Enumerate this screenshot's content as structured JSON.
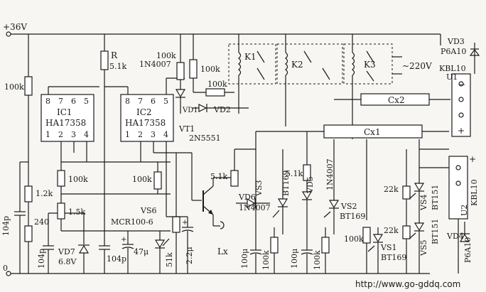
{
  "supply": {
    "v36": "+36V",
    "zero": "0"
  },
  "ic1": {
    "name": "IC1",
    "part": "HA17358",
    "pins_top": [
      "8",
      "7",
      "6",
      "5"
    ],
    "pins_bottom": [
      "1",
      "2",
      "3",
      "4"
    ]
  },
  "ic2": {
    "name": "IC2",
    "part": "HA17358",
    "pins_top": [
      "8",
      "7",
      "6",
      "5"
    ],
    "pins_bottom": [
      "1",
      "2",
      "3",
      "4"
    ]
  },
  "resistors": {
    "r_main": "R",
    "r_main_val": "5.1k",
    "r100k_left": "100k",
    "r100k_top1": "100k",
    "r100k_top2": "100k",
    "r100k_k": "100k",
    "r100k_mid1": "100k",
    "r100k_mid2": "100k",
    "r1_2k": "1.2k",
    "r240": "240",
    "r1_5k": "1.5k",
    "r5_1k_vt": "5.1k",
    "r5_1k_vd5": "5.1k",
    "r100k_vs3": "100k",
    "r100k_vs2": "100k",
    "r51k": "51k",
    "r22k_a": "22k",
    "r22k_b": "22k",
    "r100k_vs1": "100k"
  },
  "caps": {
    "c104_a": "104p",
    "c104_b": "104p",
    "c104_c": "104p",
    "c47u": "47μ",
    "c2_2u": "2.2μ",
    "c100u_a": "100μ",
    "c100u_b": "100μ",
    "cx1": "Cx1",
    "cx2": "Cx2"
  },
  "diodes": {
    "d1n4007_top": "1N4007",
    "vd1": "VD1",
    "vd2": "VD2",
    "vd6": "VD6",
    "vd6_part": "1N4007",
    "vd5": "VD5",
    "vd5_part": "1N4007",
    "vd7": "VD7",
    "vd7_v": "6.8V",
    "vd3": "VD3",
    "vd3_part": "P6A10",
    "vd4": "VD4",
    "vd4_part": "P6A10"
  },
  "transistor": {
    "name": "VT1",
    "part": "2N5551"
  },
  "thyristors": {
    "vs6": "VS6",
    "vs6_part": "MCR100-6",
    "vs3": "VS3",
    "vs3_part": "BT169",
    "vs2": "VS2",
    "vs2_part": "BT169",
    "vs1": "VS1",
    "vs1_part": "BT169",
    "vs4": "VS4",
    "vs4_part": "BT151",
    "vs5": "VS5",
    "vs5_part": "BT151"
  },
  "relays": {
    "k1": "K1",
    "k2": "K2",
    "k3": "K3",
    "ac": "~220V"
  },
  "bridges": {
    "u1": "U1",
    "u1_part": "KBL10",
    "u2": "U2",
    "u2_part": "KBL10",
    "plus": "+",
    "minus": "−"
  },
  "lx": "Lx",
  "watermark": "http://www.go-gddq.com"
}
